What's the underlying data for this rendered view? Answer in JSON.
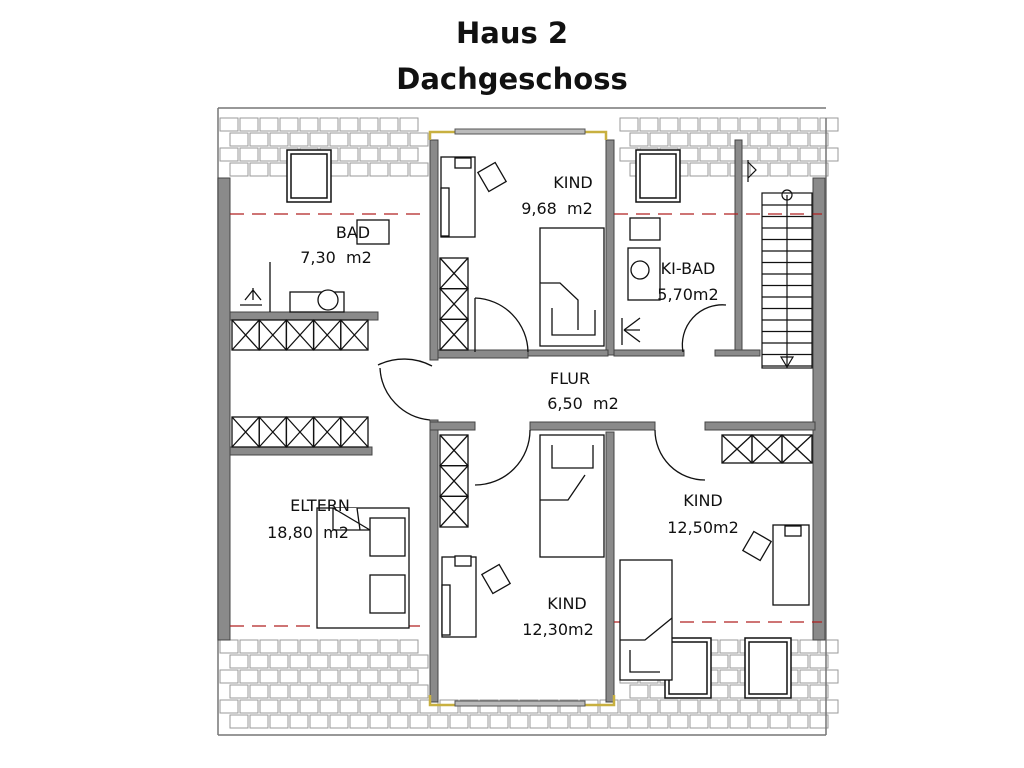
{
  "header": {
    "title": "Haus 2",
    "subtitle": "Dachgeschoss"
  },
  "rooms": [
    {
      "name": "BAD",
      "area": "7,30  m2"
    },
    {
      "name": "KIND",
      "area": "9,68  m2"
    },
    {
      "name": "KI-BAD",
      "area": "5,70m2"
    },
    {
      "name": "FLUR",
      "area": "6,50  m2"
    },
    {
      "name": "ELTERN",
      "area": "18,80  m2"
    },
    {
      "name": "KIND",
      "area": "12,50m2"
    },
    {
      "name": "KIND",
      "area": "12,30m2"
    }
  ],
  "colors": {
    "wall": "#8a8a8a",
    "tile": "#9a9a9a",
    "window_frame": "#c8b040",
    "dashed_line": "#b02020"
  }
}
